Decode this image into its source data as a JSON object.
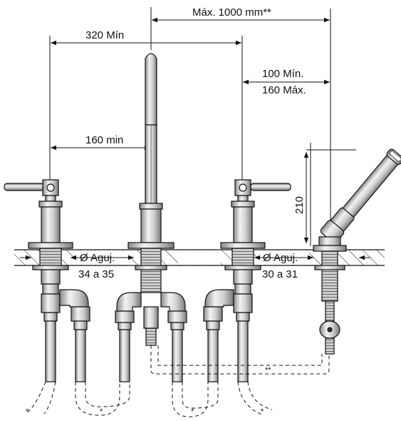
{
  "dimensions": {
    "max_hose_length": "Máx. 1000 mm**",
    "spacing_min": "320 Mín",
    "spout_offset": "160 min",
    "shower_spacing_min": "100 Mín.",
    "shower_spacing_max": "160 Máx.",
    "handshower_height": "210"
  },
  "holes": {
    "left_label": "Ø Aguj.",
    "left_range": "34 a 35",
    "right_label": "Ø Aguj.",
    "right_range": "30 a 31"
  },
  "footnotes": {
    "single": "*",
    "double": "**"
  },
  "colors": {
    "line": "#111111",
    "metal_light": "#e6e6e6",
    "metal_mid": "#bdbdbd",
    "metal_dark": "#7d7d7d"
  },
  "parts": [
    "lever-handle-left",
    "spout",
    "lever-handle-right",
    "handshower",
    "hose",
    "flexible-supply-pipes"
  ]
}
